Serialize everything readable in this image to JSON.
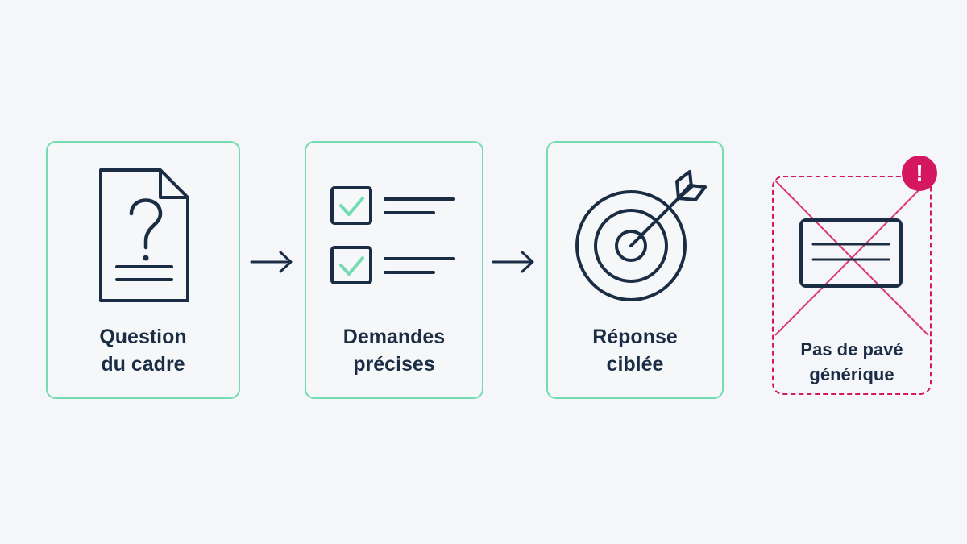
{
  "steps": [
    {
      "line1": "Question",
      "line2": "du cadre",
      "icon": "question-document-icon"
    },
    {
      "line1": "Demandes",
      "line2": "précises",
      "icon": "checklist-icon"
    },
    {
      "line1": "Réponse",
      "line2": "ciblée",
      "icon": "target-icon"
    }
  ],
  "rejected": {
    "line1": "Pas de pavé",
    "line2": "générique",
    "icon": "text-block-icon",
    "badge": "!"
  },
  "colors": {
    "accent": "#74dcb0",
    "ink": "#1b2d45",
    "alert": "#d5175f",
    "background": "#f4f6f9"
  }
}
